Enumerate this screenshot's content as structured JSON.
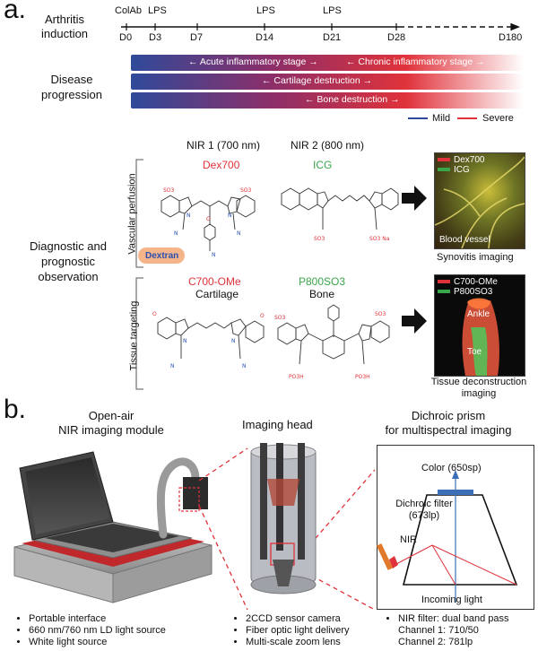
{
  "panel_a_label": "a.",
  "panel_b_label": "b.",
  "timeline": {
    "title": "Arthritis\ninduction",
    "agents": [
      "ColAb",
      "LPS",
      "LPS",
      "LPS"
    ],
    "days": [
      "D0",
      "D3",
      "D7",
      "D14",
      "D21",
      "D28",
      "D180"
    ]
  },
  "progression": {
    "title": "Disease\nprogression",
    "stages": [
      "Acute inflammatory stage",
      "Chronic inflammatory stage",
      "Cartilage destruction",
      "Bone destruction"
    ],
    "legend": {
      "mild": "Mild",
      "severe": "Severe"
    },
    "colors": {
      "mild": "#2f4a9a",
      "severe": "#e0323a"
    }
  },
  "diagnostic": {
    "title": "Diagnostic and\nprognostic\nobservation",
    "nir1": "NIR 1 (700 nm)",
    "nir2": "NIR 2 (800 nm)",
    "vascular_label": "Vascular perfusion",
    "tissue_label": "Tissue targeting",
    "dex700": "Dex700",
    "icg": "ICG",
    "dextran": "Dextran",
    "c700": "C700-OMe",
    "cartilage": "Cartilage",
    "p800": "P800SO3",
    "bone": "Bone",
    "synovitis_legend": [
      "Dex700",
      "ICG"
    ],
    "blood_vessel": "Blood vessel",
    "synovitis_caption": "Synovitis imaging",
    "tissue_legend": [
      "C700-OMe",
      "P800SO3"
    ],
    "ankle": "Ankle",
    "toe": "Toe",
    "tissue_caption": "Tissue deconstruction\nimaging",
    "colors": {
      "red": "#e0323a",
      "green": "#3aa64a"
    }
  },
  "module": {
    "title": "Open-air\nNIR imaging module",
    "bullets": [
      "Portable interface",
      "660 nm/760 nm LD light source",
      "White light source"
    ]
  },
  "head": {
    "title": "Imaging head",
    "bullets": [
      "2CCD sensor camera",
      "Fiber optic light delivery",
      "Multi-scale zoom lens"
    ]
  },
  "prism": {
    "title": "Dichroic prism\nfor multispectral imaging",
    "color_label": "Color (650sp)",
    "filter_label": "Dichroic filter\n(673lp)",
    "nir_label": "NIR",
    "incoming": "Incoming light",
    "bullets": [
      "NIR filter: dual band pass"
    ],
    "channels": [
      "Channel 1: 710/50",
      "Channel 2: 781lp"
    ]
  }
}
